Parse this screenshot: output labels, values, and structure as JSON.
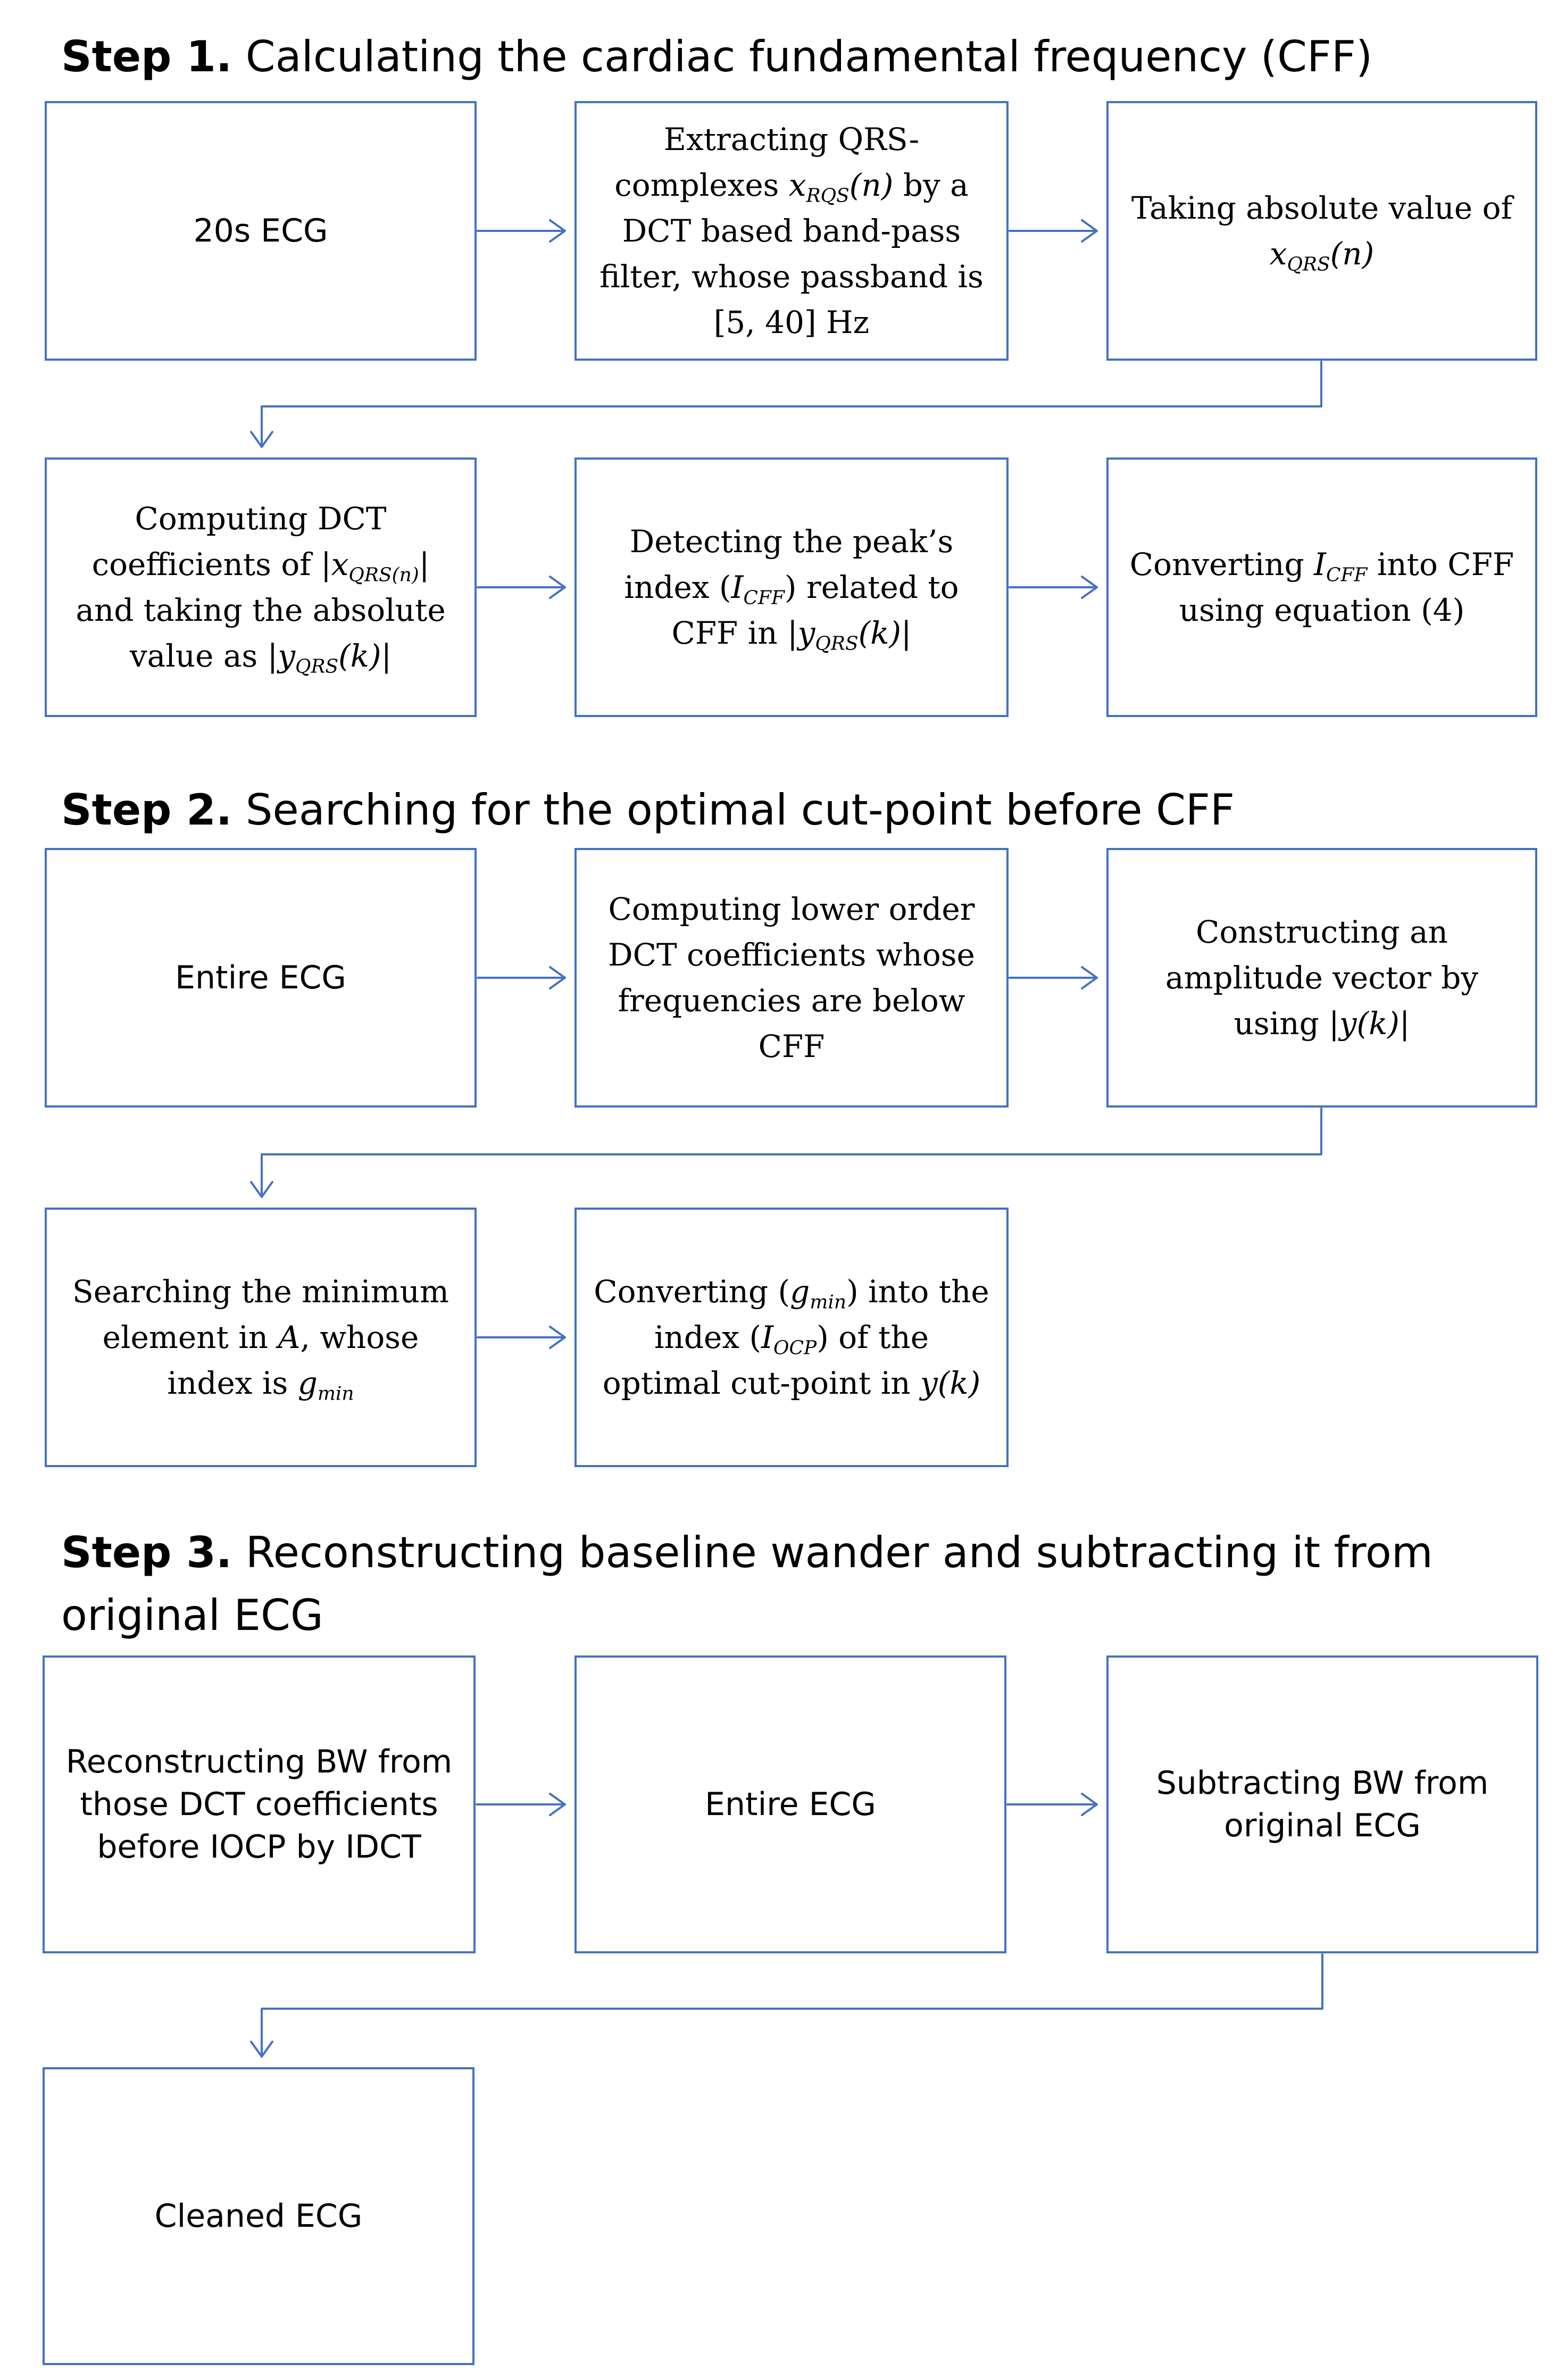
{
  "colors": {
    "box_border": "#4472C4",
    "arrow": "#4472C4",
    "text": "#000000",
    "background": "#ffffff"
  },
  "steps": [
    {
      "label": "Step 1.",
      "title": "Calculating the cardiac fundamental frequency (CFF)",
      "boxes": [
        {
          "text": "20s ECG"
        },
        {
          "parts": [
            "Extracting QRS-complexes ",
            "x",
            "RQS",
            "(n)",
            " by a DCT based band-pass filter, whose passband is [5, 40] Hz"
          ]
        },
        {
          "parts": [
            "Taking absolute value of ",
            "x",
            "QRS",
            "(n)"
          ]
        },
        {
          "parts": [
            "Computing DCT coefficients of ",
            "|x",
            "QRS(n)",
            "|",
            " and taking the absolute value as ",
            "|y",
            "QRS",
            "(k)|"
          ]
        },
        {
          "parts": [
            "Detecting the peak’s index (",
            "I",
            "CFF",
            ")",
            " related to CFF in ",
            "|y",
            "QRS",
            "(k)|"
          ]
        },
        {
          "parts": [
            "Converting ",
            "I",
            "CFF",
            " into CFF using equation (4)"
          ]
        }
      ]
    },
    {
      "label": "Step 2.",
      "title": "Searching for the optimal cut-point before CFF",
      "boxes": [
        {
          "text": "Entire ECG"
        },
        {
          "text": "Computing lower order DCT coefficients whose frequencies are below CFF"
        },
        {
          "parts": [
            "Constructing an amplitude vector by using ",
            "|y(k)|"
          ]
        },
        {
          "parts": [
            "Searching the minimum element in ",
            "A",
            ", whose index is ",
            "g",
            "min"
          ]
        },
        {
          "parts": [
            "Converting (",
            "g",
            "min",
            ") into the index (",
            "I",
            "OCP",
            ") of the optimal cut-point in ",
            "y(k)"
          ]
        }
      ]
    },
    {
      "label": "Step 3.",
      "title": "Reconstructing baseline wander and subtracting it from original ECG",
      "boxes": [
        {
          "text": "Reconstructing BW from those DCT coefficients before IOCP by IDCT"
        },
        {
          "text": "Entire ECG"
        },
        {
          "text": "Subtracting BW from original ECG"
        },
        {
          "text": "Cleaned ECG"
        }
      ]
    }
  ]
}
